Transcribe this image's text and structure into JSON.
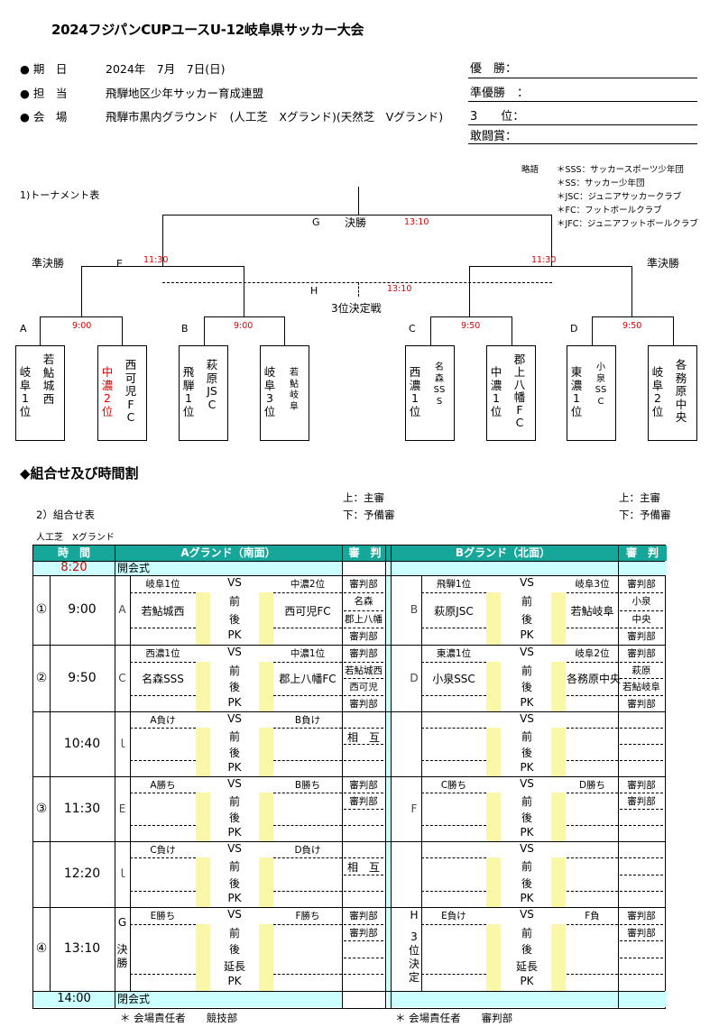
{
  "title": "2024フジパンCUPユースU-12岐阜県サッカー大会",
  "info": [
    {
      "label": "● 期　日",
      "value": "2024年　7月　7日(日)"
    },
    {
      "label": "● 担　当",
      "value": "飛騨地区少年サッカー育成連盟"
    },
    {
      "label": "● 会　場",
      "value": "飛騨市黒内グラウンド　(人工芝　Xグランド)(天然芝　Vグランド)"
    }
  ],
  "results": [
    "優　勝：",
    "準優勝　：",
    "3　　位：",
    "敢闘賞："
  ],
  "legend": {
    "head": "略語",
    "items": [
      "＊SSS：サッカースポーツ少年団",
      "＊SS：サッカー少年団",
      "＊JSC：ジュニアサッカークラブ",
      "＊FC：フットボールクラブ",
      "＊JFC：ジュニアフットボールクラブ"
    ]
  },
  "bracket": {
    "heading": "1)トーナメント表",
    "final_code": "G",
    "final_label": "決勝",
    "final_time": "13:10",
    "semi_label_left": "準決勝",
    "semi_label_right": "準決勝",
    "semi_code_left": "E",
    "semi_time_left": "11:30",
    "semi_time_right": "11:30",
    "third_code": "H",
    "third_time": "13:10",
    "third_label": "3位決定戦",
    "groups": [
      {
        "code": "A",
        "time": "9:00"
      },
      {
        "code": "B",
        "time": "9:00"
      },
      {
        "code": "C",
        "time": "9:50"
      },
      {
        "code": "D",
        "time": "9:50"
      }
    ],
    "teams": [
      {
        "c1": "岐阜1位",
        "c2": "若鮎城西"
      },
      {
        "c1": "中濃2位",
        "c2": "西可児FC"
      },
      {
        "c1": "飛騨1位",
        "c2": "萩原JSC"
      },
      {
        "c1": "岐阜3位",
        "c2": "若鮎岐阜"
      },
      {
        "c1": "西濃1位",
        "c2": "名森SSS"
      },
      {
        "c1": "中濃1位",
        "c2": "郡上八幡FC"
      },
      {
        "c1": "東濃1位",
        "c2": "小泉SSC"
      },
      {
        "c1": "岐阜2位",
        "c2": "各務原中央"
      }
    ]
  },
  "section_title": "◆組合せ及び時間割",
  "schedule": {
    "heading": "2）組合せ表",
    "subheading": "人工芝　Xグランド",
    "ref_note_top": "上：主審",
    "ref_note_bottom": "下：予備審",
    "col_time": "時　間",
    "col_a": "Aグランド（南面）",
    "col_b": "Bグランド（北面）",
    "col_ref": "審　判",
    "open_time": "8:20",
    "open_label": "開会式",
    "close_time": "14:00",
    "close_label": "閉会式",
    "vs": "VS",
    "zen": "前",
    "go": "後",
    "pk": "PK",
    "encho": "延長",
    "mutual": "相　互",
    "rows": [
      {
        "no": "①",
        "time": "9:00",
        "a_code": "A",
        "a_l1": "岐阜1位",
        "a_r1": "中濃2位",
        "a_l2": "若鮎城西",
        "a_r2": "西可児FC",
        "a_ref": [
          "審判部",
          "名森",
          "郡上八幡",
          "審判部"
        ],
        "b_code": "B",
        "b_l1": "飛騨1位",
        "b_r1": "岐阜3位",
        "b_l2": "萩原JSC",
        "b_r2": "若鮎岐阜",
        "b_ref": [
          "審判部",
          "小泉",
          "中央",
          "審判部"
        ]
      },
      {
        "no": "②",
        "time": "9:50",
        "a_code": "C",
        "a_l1": "西濃1位",
        "a_r1": "中濃1位",
        "a_l2": "名森SSS",
        "a_r2": "郡上八幡FC",
        "a_ref": [
          "審判部",
          "若鮎城西",
          "西可児",
          "審判部"
        ],
        "b_code": "D",
        "b_l1": "東濃1位",
        "b_r1": "岐阜2位",
        "b_l2": "小泉SSC",
        "b_r2": "各務原中央",
        "b_ref": [
          "審判部",
          "萩原",
          "若鮎岐阜",
          "審判部"
        ]
      },
      {
        "no": "",
        "time": "10:40",
        "a_code": "ｌ",
        "a_l1": "A負け",
        "a_r1": "B負け"
      },
      {
        "no": "③",
        "time": "11:30",
        "a_code": "E",
        "a_l1": "A勝ち",
        "a_r1": "B勝ち",
        "a_ref": [
          "審判部",
          "審判部"
        ],
        "b_code": "F",
        "b_l1": "C勝ち",
        "b_r1": "D勝ち",
        "b_ref": [
          "審判部",
          "審判部"
        ]
      },
      {
        "no": "",
        "time": "12:20",
        "a_code": "ｌ",
        "a_l1": "C負け",
        "a_r1": "D負け"
      },
      {
        "no": "④",
        "time": "13:10",
        "a_code": "G",
        "a_sub": "決勝",
        "a_l1": "E勝ち",
        "a_r1": "F勝ち",
        "a_ref": [
          "審判部",
          "審判部"
        ],
        "b_code": "H",
        "b_sub": "3位決定",
        "b_l1": "E負け",
        "b_r1": "F負",
        "b_ref": [
          "審判部",
          "審判部"
        ]
      }
    ],
    "footer_a": "＊ 会場責任者　　競技部",
    "footer_b": "＊ 会場責任者　　審判部"
  }
}
